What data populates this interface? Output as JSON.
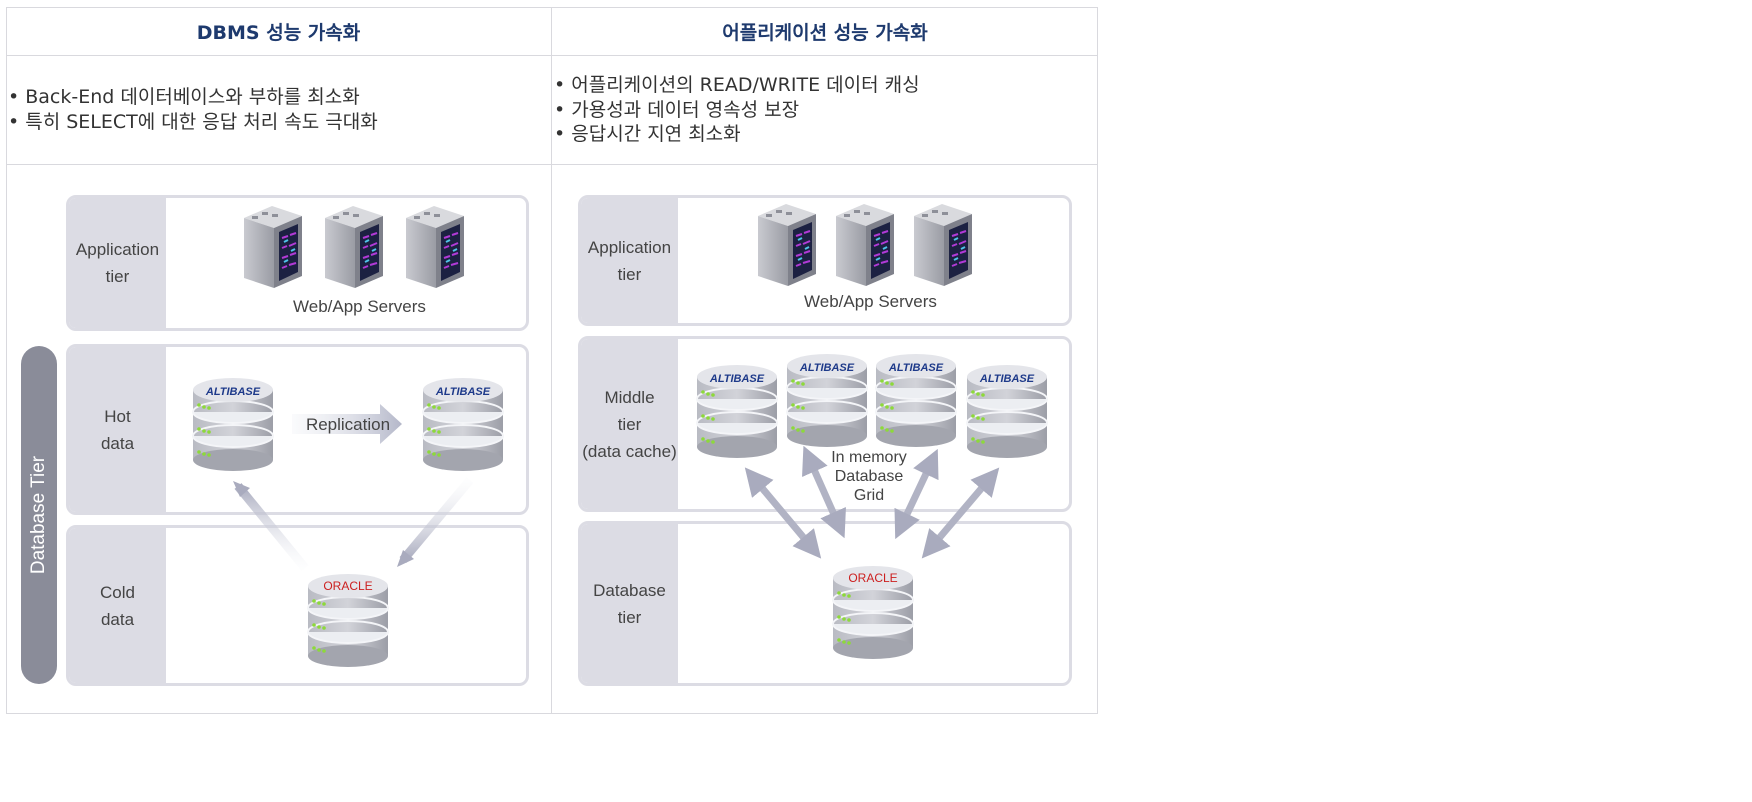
{
  "left": {
    "title": "DBMS 성능 가속화",
    "bullets": [
      "• Back-End 데이터베이스와 부하를 최소화",
      "• 특히 SELECT에 대한 응답 처리 속도 극대화"
    ],
    "side_label": "Database Tier",
    "app_tier": {
      "label_line1": "Application",
      "label_line2": "tier",
      "caption": "Web/App Servers"
    },
    "hot_tier": {
      "label_line1": "Hot",
      "label_line2": "data",
      "arrow_label": "Replication"
    },
    "cold_tier": {
      "label_line1": "Cold",
      "label_line2": "data"
    }
  },
  "right": {
    "title": "어플리케이션 성능 가속화",
    "bullets": [
      "• 어플리케이션의 READ/WRITE 데이터 캐싱",
      "• 가용성과 데이터 영속성 보장",
      "• 응답시간 지연 최소화"
    ],
    "app_tier": {
      "label_line1": "Application",
      "label_line2": "tier",
      "caption": "Web/App Servers"
    },
    "middle_tier": {
      "label_line1": "Middle",
      "label_line2": "tier",
      "label_line3": "(data cache)",
      "grid_line1": "In memory",
      "grid_line2": "Database",
      "grid_line3": "Grid"
    },
    "db_tier": {
      "label_line1": "Database",
      "label_line2": "tier"
    }
  },
  "logos": {
    "altibase": "ALTIBASE",
    "oracle": "ORACLE"
  },
  "colors": {
    "header_text": "#1e3a6e",
    "panel_border": "#dcdce4",
    "side_bar": "#8a8c99",
    "altibase_blue": "#1e3a8a",
    "oracle_red": "#cc1f1f",
    "arrow": "#a9abbe"
  },
  "icons": [
    "server-icon",
    "database-icon",
    "double-arrow-icon",
    "replication-arrow-icon"
  ]
}
